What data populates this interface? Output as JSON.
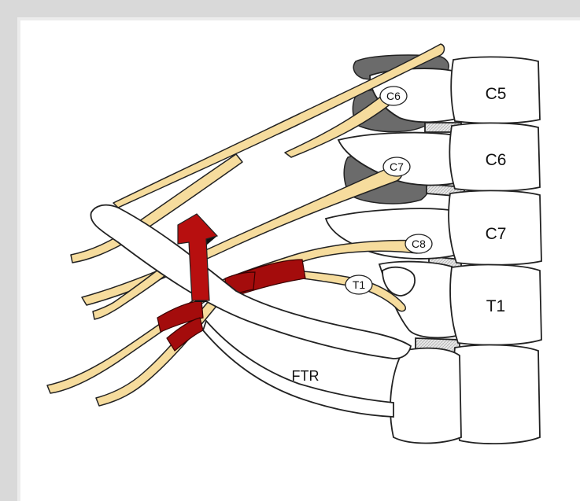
{
  "labels": {
    "vertebrae": [
      "C5",
      "C6",
      "C7",
      "T1"
    ],
    "roots": [
      "C6",
      "C7",
      "C8",
      "T1"
    ],
    "rib": "FTR"
  },
  "colors": {
    "nerve": "#f6dc9d",
    "disc": "#6d6d6d",
    "lesion": "#a40c0c",
    "arrow": "#b70f0f",
    "frame": "#d9d9d9"
  },
  "icons": [
    "upward-arrow"
  ]
}
